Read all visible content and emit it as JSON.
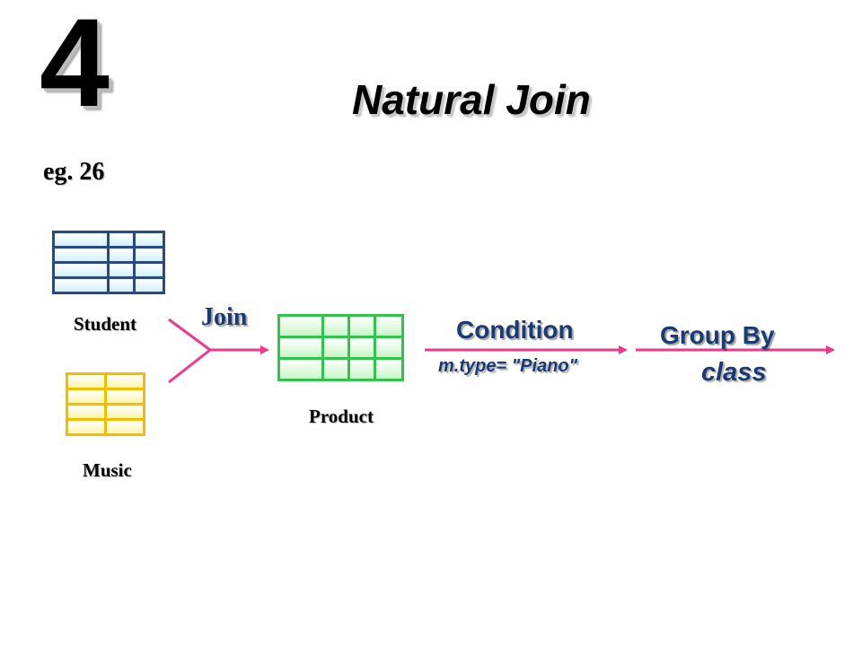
{
  "slide": {
    "number": "4",
    "title": "Natural Join",
    "example_label": "eg. 26"
  },
  "tables": {
    "student": {
      "label": "Student",
      "rows": 4,
      "cols": 3,
      "border_color": "#2a4a7e",
      "fill_color": "#cfefff"
    },
    "music": {
      "label": "Music",
      "rows": 4,
      "cols": 2,
      "border_color": "#f0c000",
      "fill_color": "#fff3a8"
    },
    "product": {
      "label": "Product",
      "rows": 3,
      "cols": 4,
      "border_color": "#33c24d",
      "fill_color": "#c8f5c8"
    }
  },
  "operations": {
    "join": "Join",
    "condition": "Condition",
    "condition_detail": "m.type= \"Piano\"",
    "group_by": "Group By",
    "group_by_detail": "class"
  },
  "colors": {
    "arrow": "#f0388a",
    "operation_text": "#1a3a72"
  }
}
